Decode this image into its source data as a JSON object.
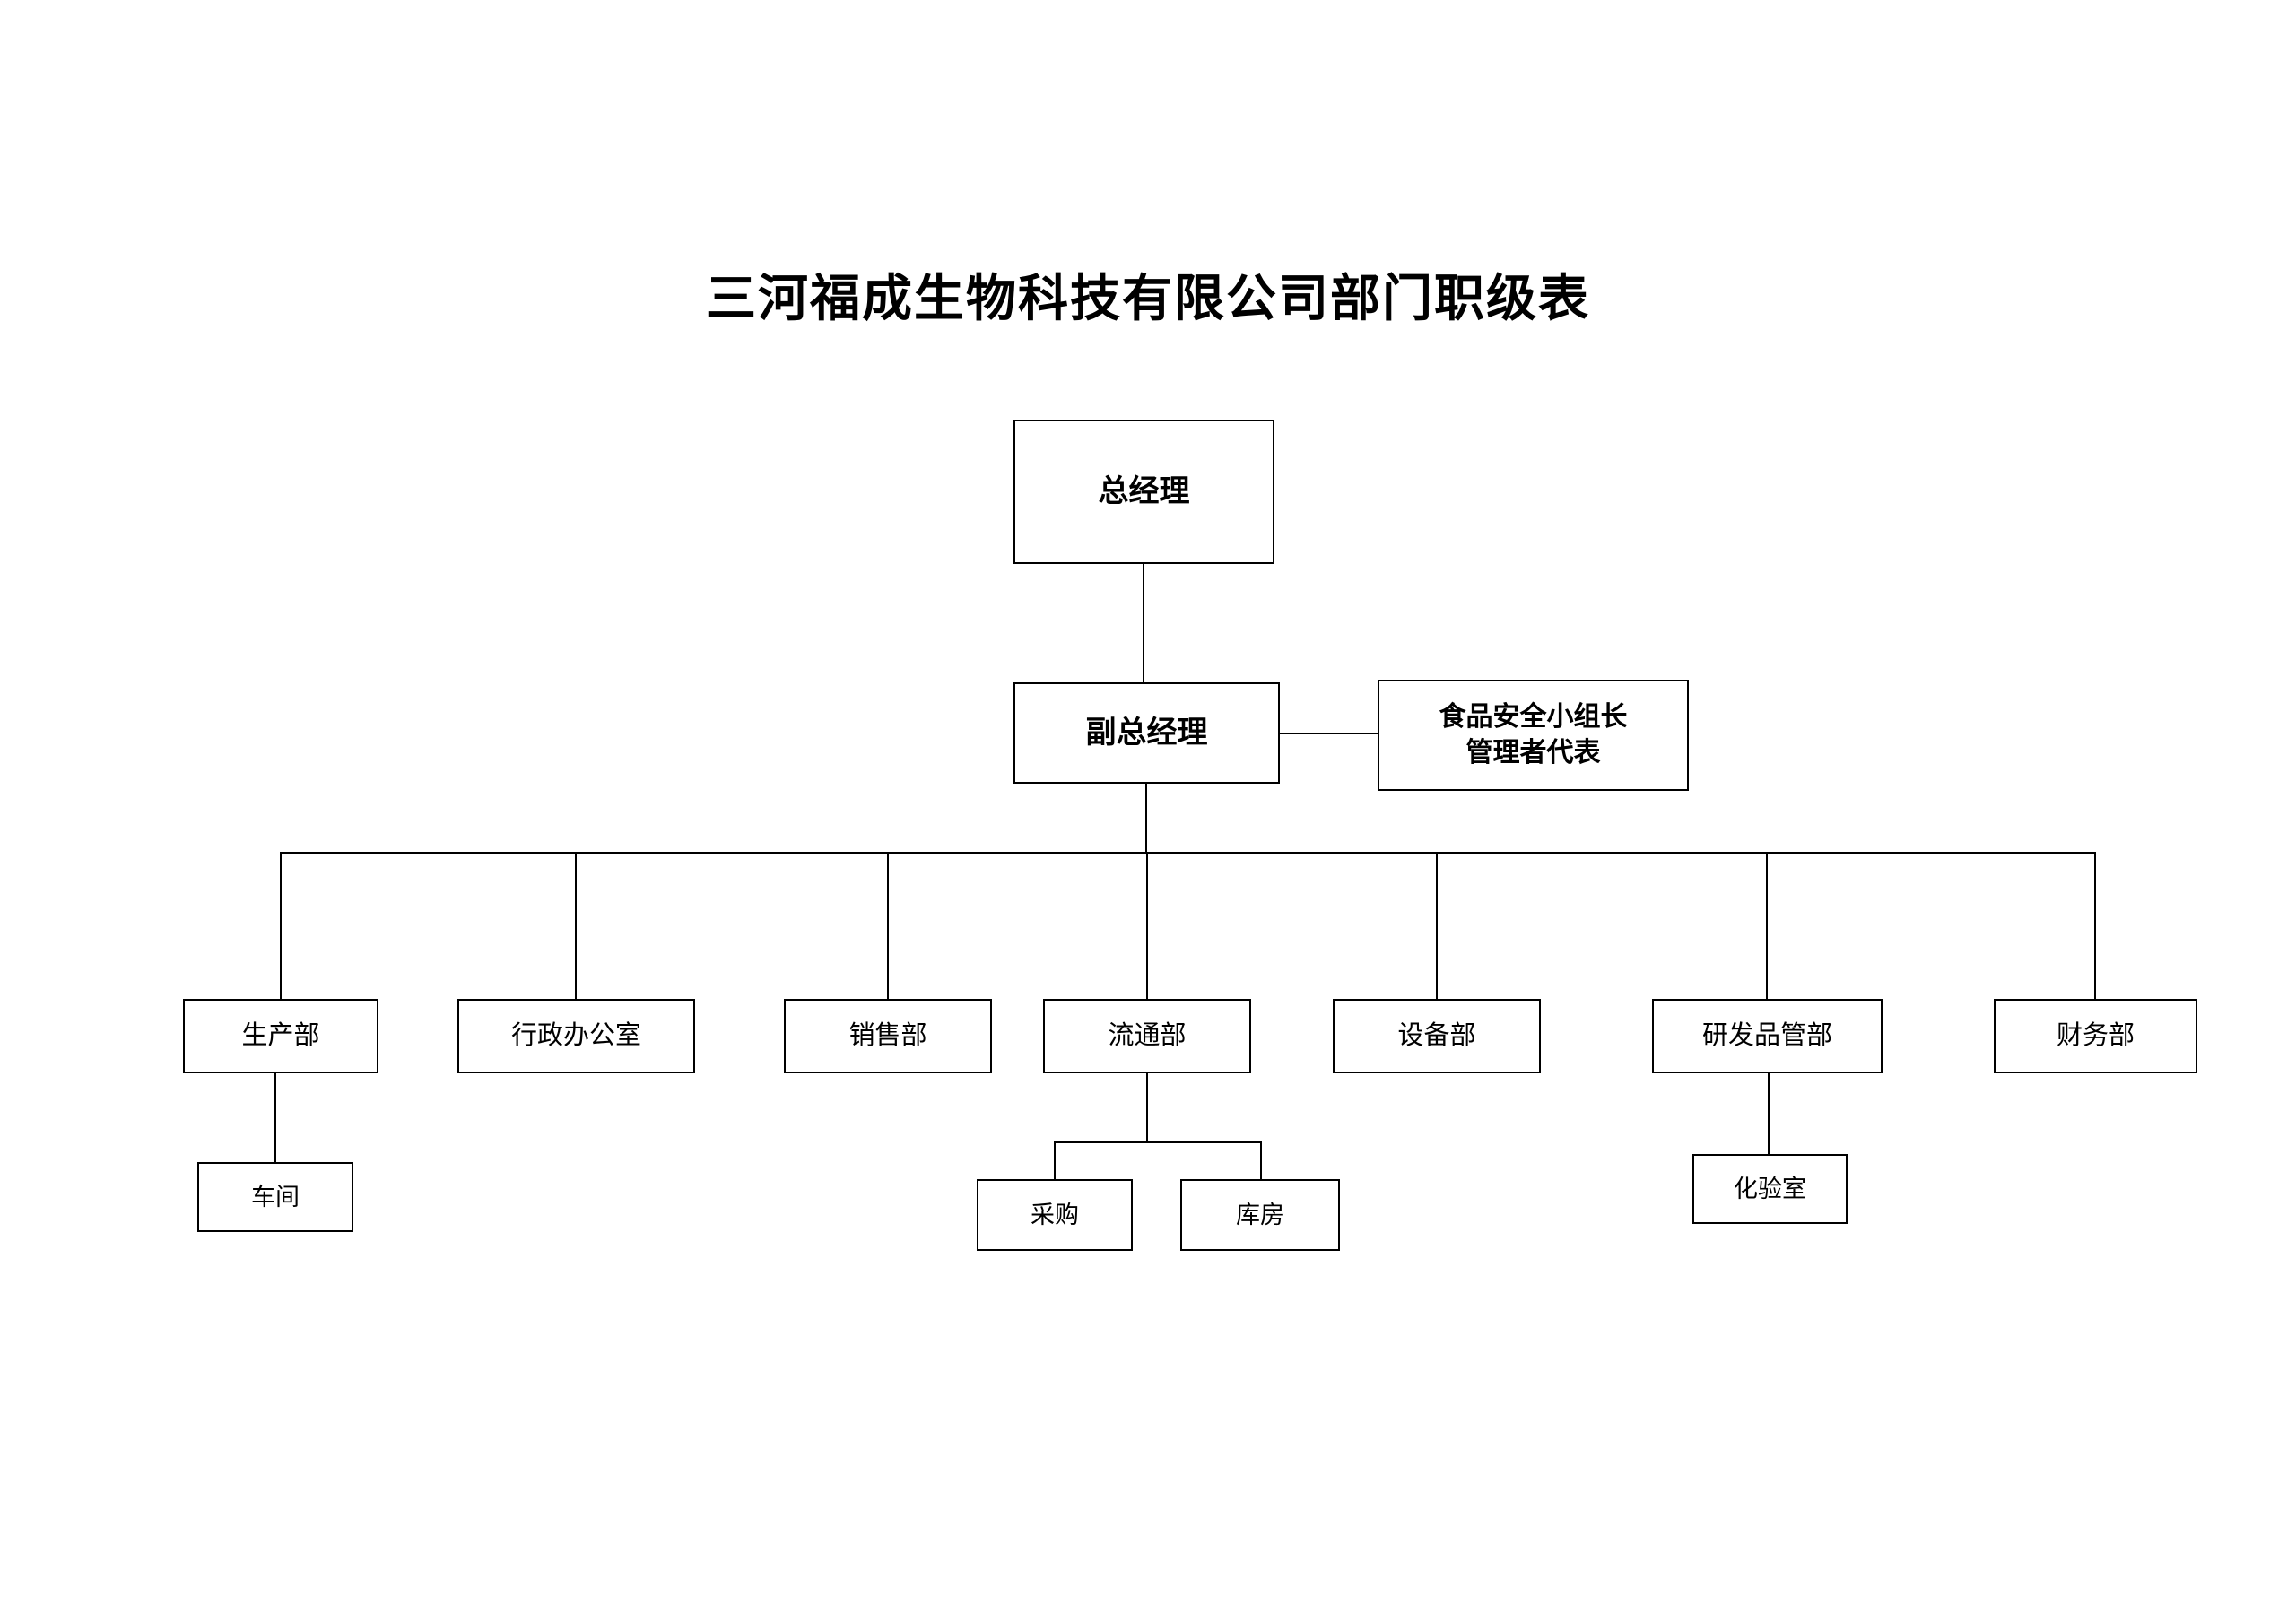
{
  "title": "三河福成生物科技有限公司部门职级表",
  "chart": {
    "general_manager": "总经理",
    "deputy_general_manager": "副总经理",
    "food_safety": {
      "line1": "食品安全小组长",
      "line2": "管理者代表"
    },
    "departments": [
      {
        "label": "生产部"
      },
      {
        "label": "行政办公室"
      },
      {
        "label": "销售部"
      },
      {
        "label": "流通部"
      },
      {
        "label": "设备部"
      },
      {
        "label": "研发品管部"
      },
      {
        "label": "财务部"
      }
    ],
    "workshop": "车间",
    "purchasing": "采购",
    "warehouse": "库房",
    "laboratory": "化验室"
  }
}
